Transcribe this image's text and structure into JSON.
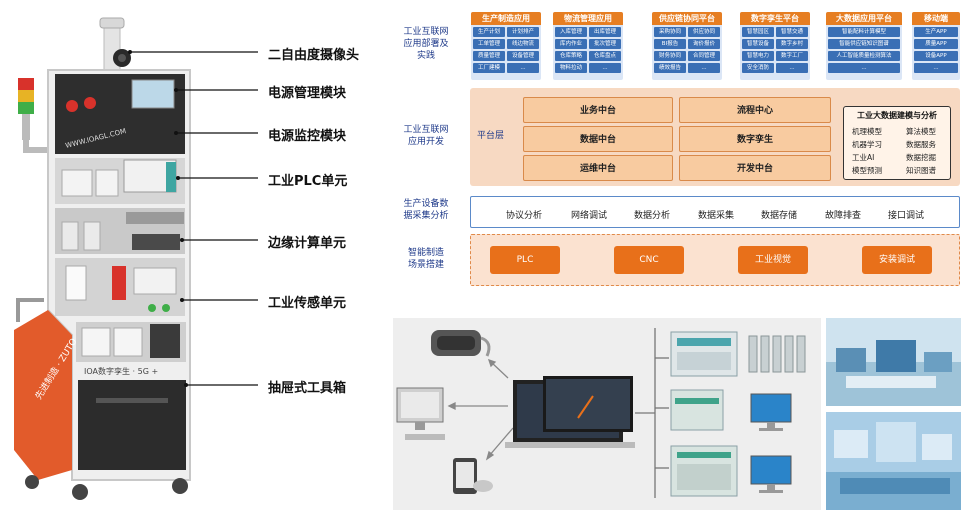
{
  "cabinet": {
    "logo_text": "WWW.IOAGL.COM",
    "side_text": "先进制造 · ZUTO",
    "panel_caption": "IOA数字孪生 · 5G +"
  },
  "callouts": [
    {
      "label": "二自由度摄像头"
    },
    {
      "label": "电源管理模块"
    },
    {
      "label": "电源监控模块"
    },
    {
      "label": "工业PLC单元"
    },
    {
      "label": "边缘计算单元"
    },
    {
      "label": "工业传感单元"
    },
    {
      "label": "抽屉式工具箱"
    }
  ],
  "architecture": {
    "layers": {
      "app": "工业互联网\n应用部署及\n实践",
      "platform": "工业互联网\n应用开发",
      "data": "生产设备数\n据采集分析",
      "scene": "智能制造\n场景搭建"
    },
    "apps": [
      {
        "title": "生产制造应用",
        "items": [
          "生产计划",
          "计划排产",
          "工单管理",
          "线边物流",
          "质量管理",
          "设备管理",
          "工厂建模",
          "..."
        ]
      },
      {
        "title": "物流管理应用",
        "items": [
          "入库管理",
          "出库管理",
          "库内作业",
          "批次管理",
          "仓库策略",
          "仓库盘点",
          "物料拉动",
          "..."
        ]
      },
      {
        "title": "供应链协同平台",
        "items": [
          "采购协同",
          "供应协同",
          "BI报告",
          "询价报价",
          "财务协同",
          "合同管理",
          "绩效报告",
          "..."
        ]
      },
      {
        "title": "数字孪生平台",
        "items": [
          "智慧园区",
          "智慧交通",
          "智慧设备",
          "数字乡村",
          "智慧电力",
          "数字工厂",
          "安全消防",
          "..."
        ]
      },
      {
        "title": "大数据应用平台",
        "items": [
          "智能配料计算模型",
          "智能供应链知识图谱",
          "人工智能质量检测算法",
          "..."
        ]
      },
      {
        "title": "移动端",
        "items": [
          "生产APP",
          "质量APP",
          "设备APP",
          "..."
        ]
      }
    ],
    "platform": {
      "label": "平台层",
      "boxes": [
        "业务中台",
        "流程中心",
        "数据中台",
        "数字孪生",
        "运维中台",
        "开发中台"
      ],
      "bigdata": {
        "title": "工业大数据建模与分析",
        "items": [
          "机理模型",
          "算法模型",
          "机器学习",
          "数据服务",
          "工业AI",
          "数据挖掘",
          "模型预测",
          "知识图谱"
        ]
      }
    },
    "data_items": [
      "协议分析",
      "网络调试",
      "数据分析",
      "数据采集",
      "数据存储",
      "故障排查",
      "接口调试"
    ],
    "scene_items": [
      "PLC",
      "CNC",
      "工业视觉",
      "安装调试"
    ]
  },
  "colors": {
    "accent_orange": "#e8701a",
    "app_blue": "#3a6fb5",
    "label_blue": "#1f3a8a"
  }
}
